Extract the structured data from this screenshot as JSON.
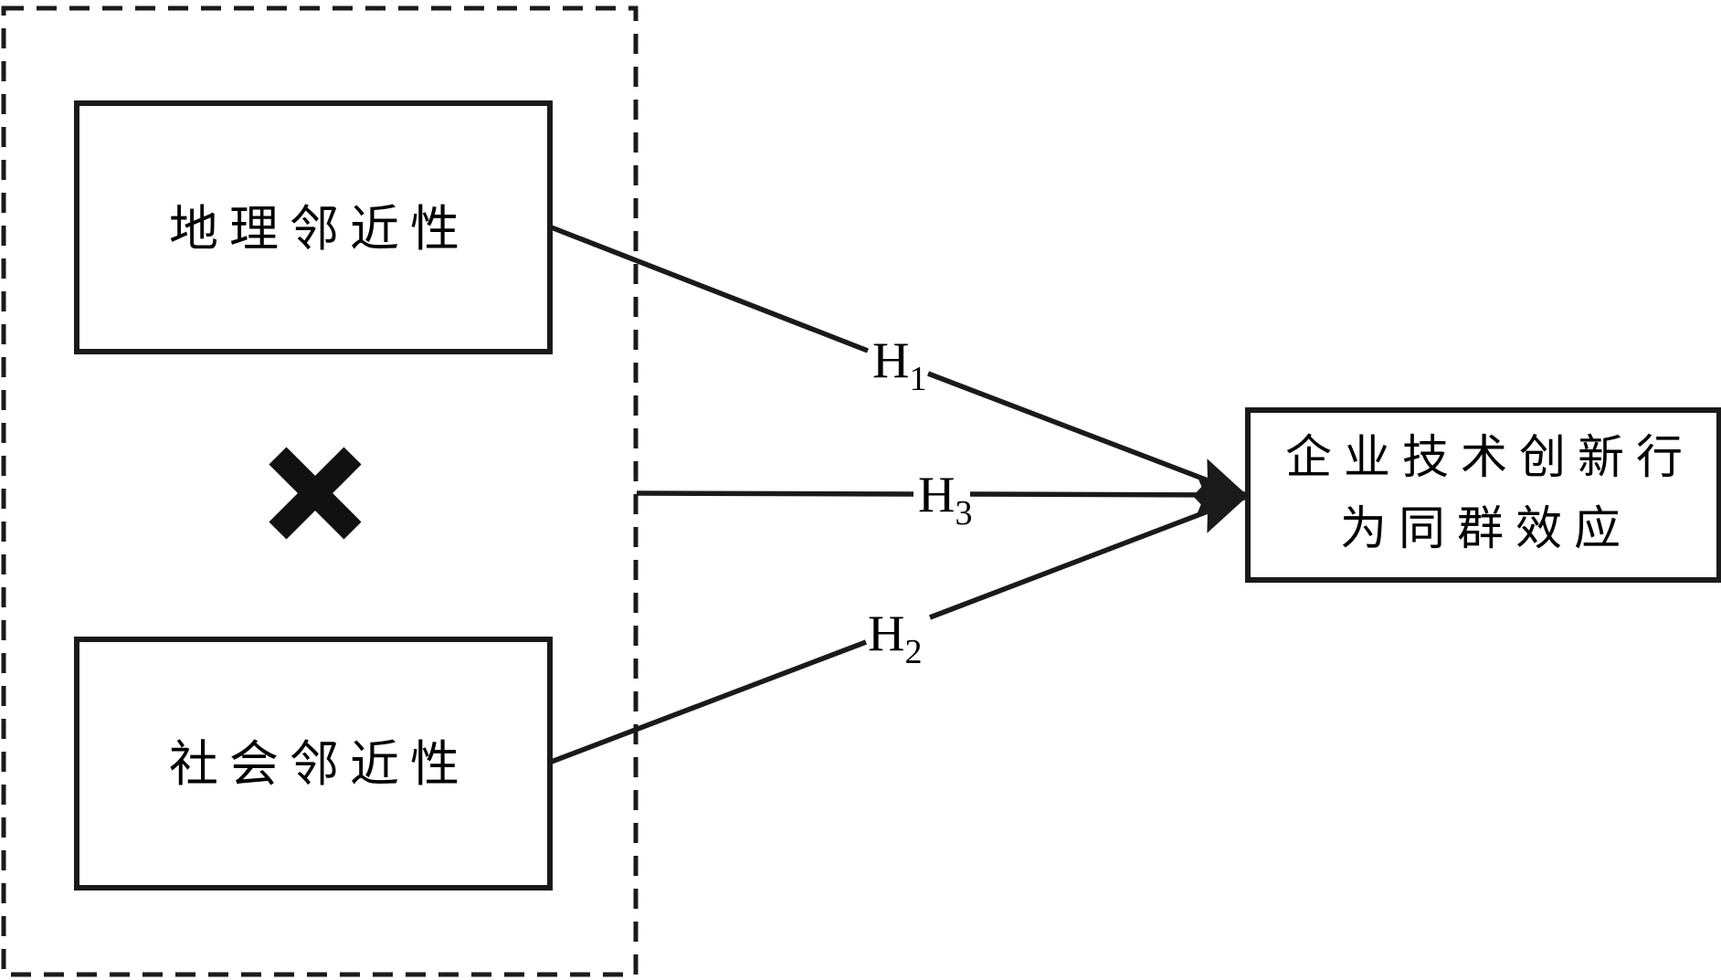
{
  "colors": {
    "ink": "#1a1a1a",
    "background": "#ffffff"
  },
  "boxes": {
    "geo": {
      "label": "地理邻近性"
    },
    "social": {
      "label": "社会邻近性"
    },
    "outcome": {
      "line1": "企业技术创新行",
      "line2": "为同群效应"
    }
  },
  "interaction": {
    "icon": "heavy-multiplication-x",
    "symbol": "✖"
  },
  "hypotheses": {
    "h1": {
      "letter": "H",
      "sub": "1"
    },
    "h2": {
      "letter": "H",
      "sub": "2"
    },
    "h3": {
      "letter": "H",
      "sub": "3"
    }
  }
}
